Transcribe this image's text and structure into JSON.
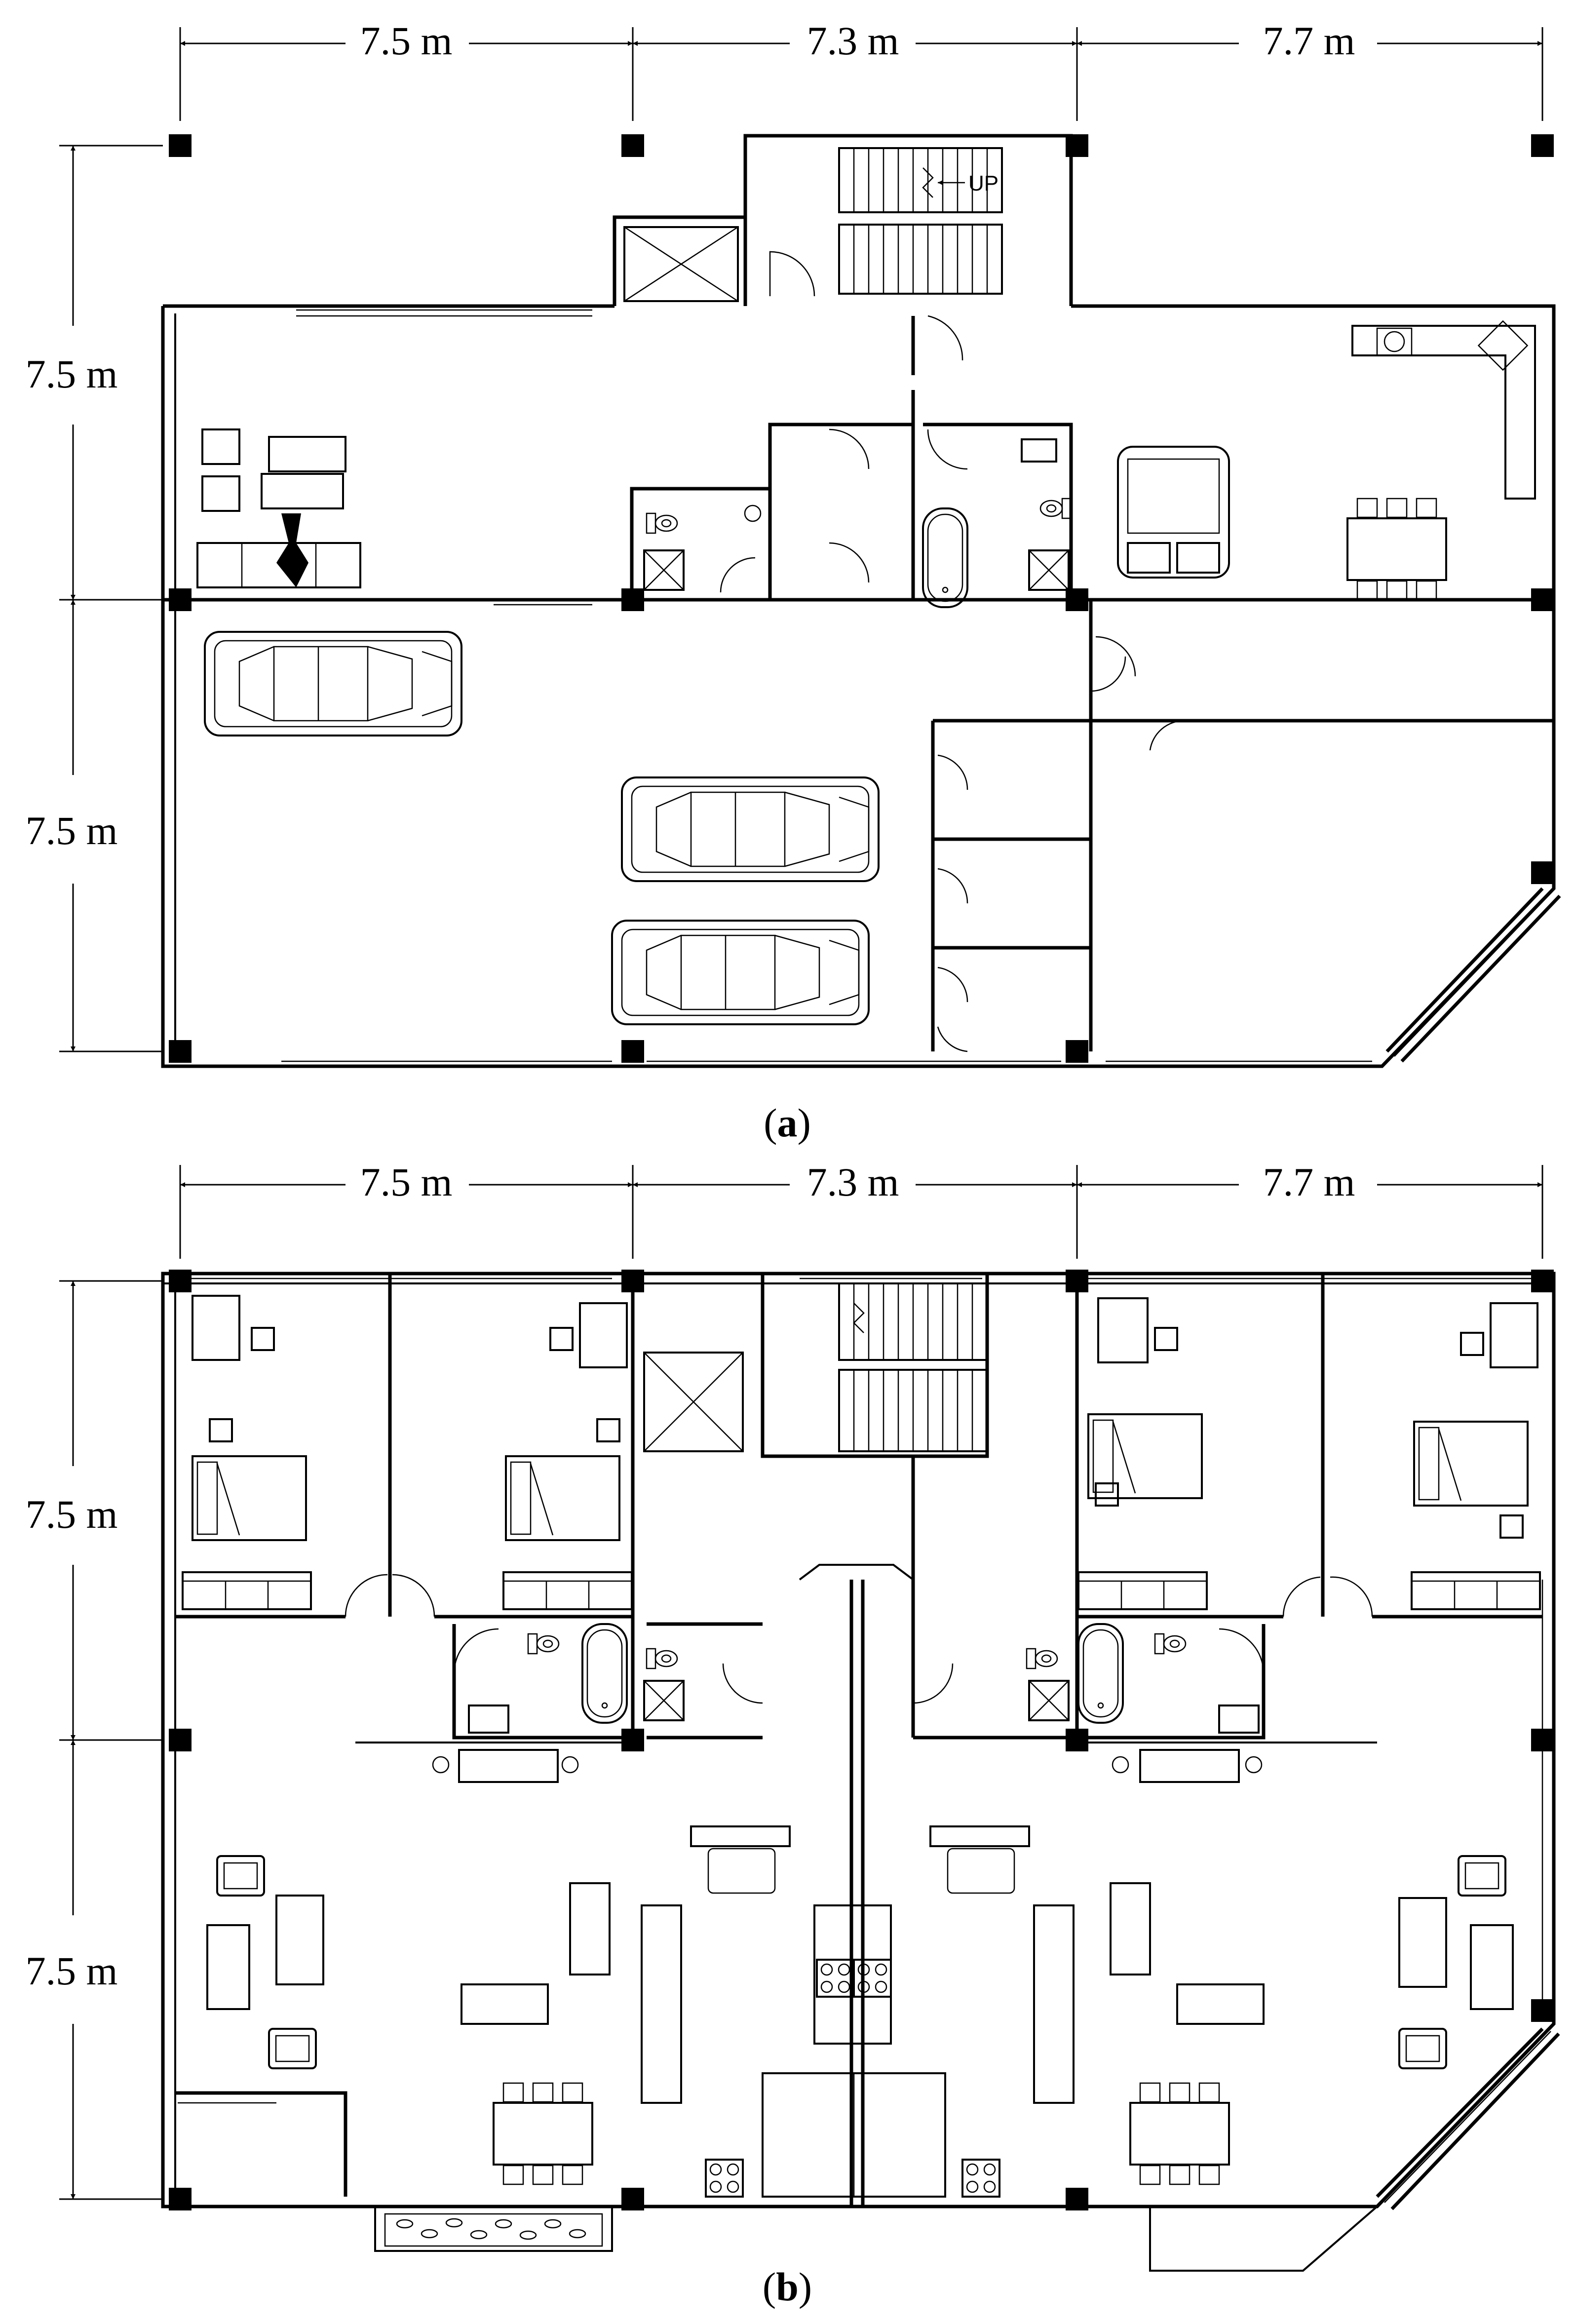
{
  "plan_a": {
    "dim_top": [
      "7.5 m",
      "7.3 m",
      "7.7 m"
    ],
    "dim_left": [
      "7.5 m",
      "7.5 m"
    ],
    "stair_label": "UP",
    "caption": {
      "open": "(",
      "letter": "a",
      "close": ")"
    }
  },
  "plan_b": {
    "dim_top": [
      "7.5 m",
      "7.3 m",
      "7.7 m"
    ],
    "dim_left": [
      "7.5 m",
      "7.5 m"
    ],
    "caption": {
      "open": "(",
      "letter": "b",
      "close": ")"
    }
  },
  "icons": [
    "column-icon",
    "stair-icon",
    "door-icon",
    "car-icon",
    "bed-icon",
    "sofa-icon",
    "toilet-icon",
    "bathtub-icon",
    "stove-icon",
    "dining-table-icon",
    "planter-icon"
  ]
}
